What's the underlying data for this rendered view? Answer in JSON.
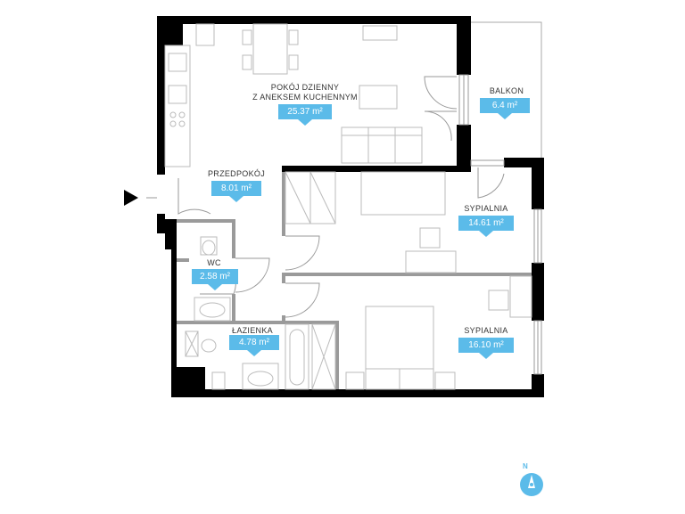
{
  "rooms": [
    {
      "name": "POKÓJ DZIENNY",
      "name2": "Z ANEKSEM KUCHENNYM",
      "area": "25.37 m²"
    },
    {
      "name": "BALKON",
      "area": "6.4 m²"
    },
    {
      "name": "PRZEDPOKÓJ",
      "area": "8.01 m²"
    },
    {
      "name": "SYPIALNIA",
      "area": "14.61 m²"
    },
    {
      "name": "WC",
      "area": "2.58 m²"
    },
    {
      "name": "ŁAZIENKA",
      "area": "4.78 m²"
    },
    {
      "name": "SYPIALNIA",
      "area": "16.10 m²"
    }
  ],
  "compass": {
    "label": "N"
  },
  "colors": {
    "wall": "#000000",
    "partition": "#999999",
    "furniture": "#bbbbbb",
    "accent": "#5bbbe9"
  }
}
